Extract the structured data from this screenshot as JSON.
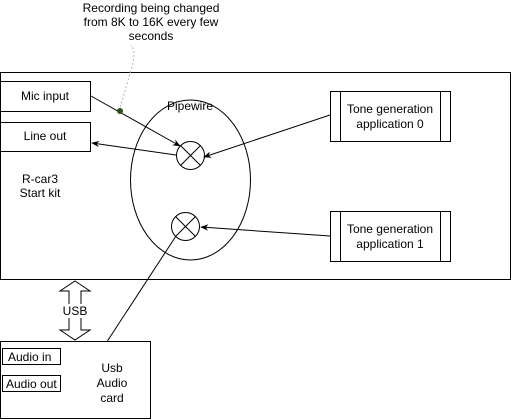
{
  "annotation": {
    "line1": "Recording being changed",
    "line2": "from 8K to 16K every few",
    "line3": "seconds"
  },
  "board": {
    "label_line1": "R-car3",
    "label_line2": "Start kit"
  },
  "mic_input": {
    "label": "Mic input"
  },
  "line_out": {
    "label": "Line out"
  },
  "pipewire": {
    "label": "Pipewire"
  },
  "tone_app_0": {
    "line1": "Tone generation",
    "line2": "application 0"
  },
  "tone_app_1": {
    "line1": "Tone generation",
    "line2": "application 1"
  },
  "usb_link": {
    "label": "USB"
  },
  "usb_card": {
    "label_line1": "Usb",
    "label_line2": "Audio",
    "label_line3": "card",
    "audio_in": "Audio in",
    "audio_out": "Audio out"
  },
  "colors": {
    "stroke": "#000000",
    "background": "#ffffff",
    "annotation_dot": "#2d4d1a",
    "annotation_line": "#b3b3b3"
  }
}
